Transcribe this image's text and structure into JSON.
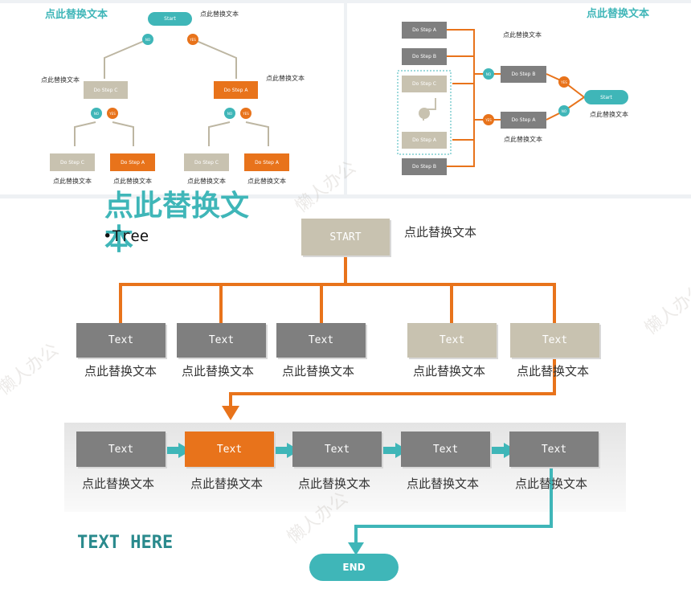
{
  "thumb_left": {
    "title": "点此替换文本",
    "start": "Start",
    "start_caption": "点此替换文本",
    "no": "NO",
    "yes": "YES",
    "left_caption": "点此替换文本",
    "right_caption": "点此替换文本",
    "mid_left_box": "Do Step C",
    "mid_right_box": "Do Step A",
    "bottom_boxes": [
      "Do Step C",
      "Do Step A",
      "Do Step C",
      "Do Step A"
    ],
    "bottom_captions": [
      "点此替换文本",
      "点此替换文本",
      "点此替换文本",
      "点此替换文本"
    ]
  },
  "thumb_right": {
    "title": "点此替换文本",
    "steps": [
      "Do Step A",
      "Do Step B",
      "Do Step C",
      "Do Step A",
      "Do Step B"
    ],
    "top_caption": "点此替换文本",
    "mid_box_top": "Do Step B",
    "mid_box_bottom": "Do Step A",
    "mid_caption": "点此替换文本",
    "no": "NO",
    "yes": "YES",
    "start": "Start",
    "start_caption": "点此替换文本"
  },
  "main": {
    "title": "点此替换文",
    "title_cont": "本",
    "bullet": "•Tree",
    "start": "START",
    "start_caption": "点此替换文本",
    "row1_boxes": [
      "Text",
      "Text",
      "Text",
      "Text",
      "Text"
    ],
    "row1_captions": [
      "点此替换文本",
      "点此替换文本",
      "点此替换文本",
      "点此替换文本",
      "点此替换文本"
    ],
    "row2_boxes": [
      "Text",
      "Text",
      "Text",
      "Text",
      "Text"
    ],
    "row2_captions": [
      "点此替换文本",
      "点此替换文本",
      "点此替换文本",
      "点此替换文本",
      "点此替换文本"
    ],
    "text_here": "TEXT HERE",
    "end": "END",
    "watermark": "懒人办公"
  },
  "colors": {
    "orange": "#e8731b",
    "teal": "#3fb6b8",
    "gray": "#7f7f7f",
    "tan": "#c8c2b0"
  }
}
